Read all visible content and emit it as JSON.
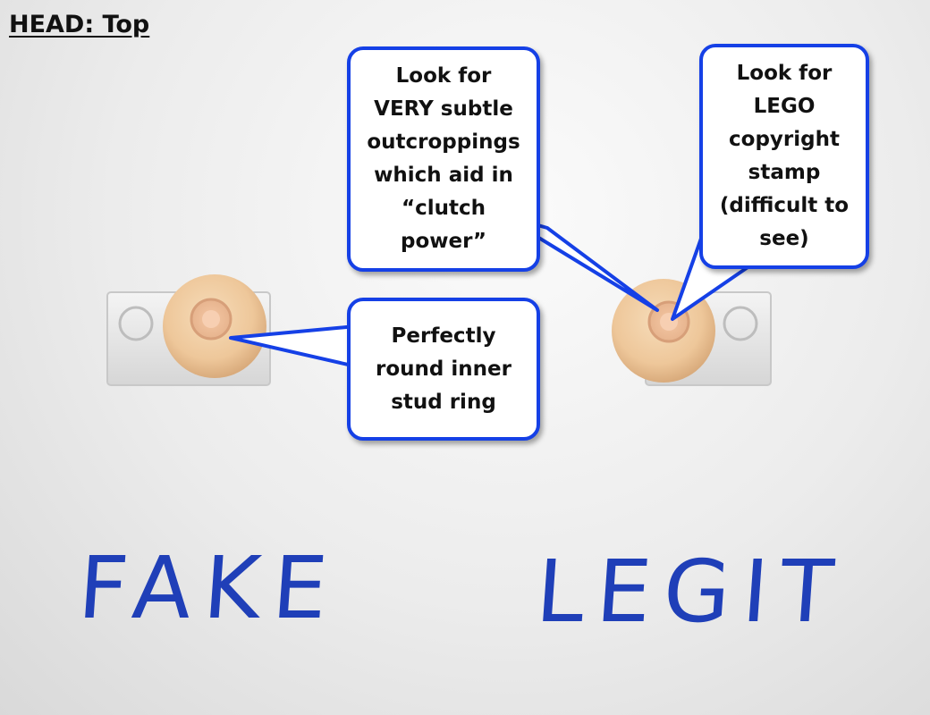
{
  "page": {
    "title": "HEAD: Top"
  },
  "callouts": {
    "subtle": "Look for\nVERY subtle\noutcroppings\nwhich aid in\n“clutch power”",
    "stamp": "Look for\nLEGO\ncopyright\nstamp\n(difficult to\nsee)",
    "round": "Perfectly\nround inner\nstud ring"
  },
  "labels": {
    "fake": "FAKE",
    "legit": "LEGIT"
  },
  "colors": {
    "callout_border": "#1540e6",
    "handwriting": "#1f3fb8",
    "head_tan": "#f0cda3"
  }
}
